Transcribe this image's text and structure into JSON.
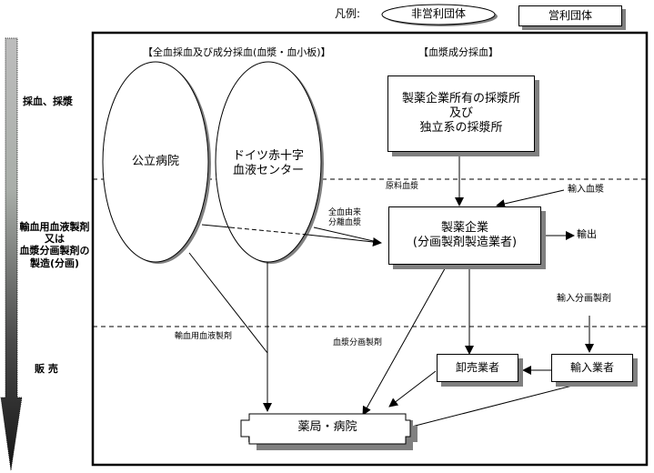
{
  "legend": {
    "label": "凡例:",
    "non_profit": "非営利団体",
    "for_profit": "営利団体"
  },
  "stages": [
    {
      "id": "collection",
      "label": "採血、採漿"
    },
    {
      "id": "manufacturing",
      "label_lines": [
        "輸血用血液製剤",
        "又は",
        "血漿分画製剤の",
        "製造(分画)"
      ]
    },
    {
      "id": "sales",
      "label": "販 売"
    }
  ],
  "section_headers": {
    "whole_blood": "【全血採血及び成分採血(血漿・血小板)】",
    "plasma": "【血漿成分採血】"
  },
  "nodes": {
    "public_hospital": {
      "label": "公立病院",
      "type": "non_profit"
    },
    "red_cross": {
      "label_lines": [
        "ドイツ赤十字",
        "血液センター"
      ],
      "type": "non_profit"
    },
    "plasma_centers": {
      "label_lines": [
        "製薬企業所有の採漿所",
        "及び",
        "独立系の採漿所"
      ],
      "type": "for_profit"
    },
    "pharma": {
      "label_lines": [
        "製薬企業",
        "(分画製剤製造業者)"
      ],
      "type": "for_profit"
    },
    "wholesaler": {
      "label": "卸売業者",
      "type": "for_profit"
    },
    "importer": {
      "label": "輸入業者",
      "type": "for_profit"
    },
    "pharmacy": {
      "label": "薬局・病院"
    }
  },
  "edge_labels": {
    "source_plasma": "原料血漿",
    "import_plasma": "輸入血漿",
    "whole_blood_plasma": [
      "全血由来",
      "分離血漿"
    ],
    "export": "輸出",
    "import_fraction": "輸入分画製剤",
    "transfusion_products": "輸血用血液製剤",
    "plasma_fraction_products": "血漿分画製剤"
  },
  "colors": {
    "line": "#000000",
    "shadow": "#808080",
    "arrow_bar_top": "#bcbcbc",
    "arrow_bar_bottom": "#1a1a1a"
  }
}
